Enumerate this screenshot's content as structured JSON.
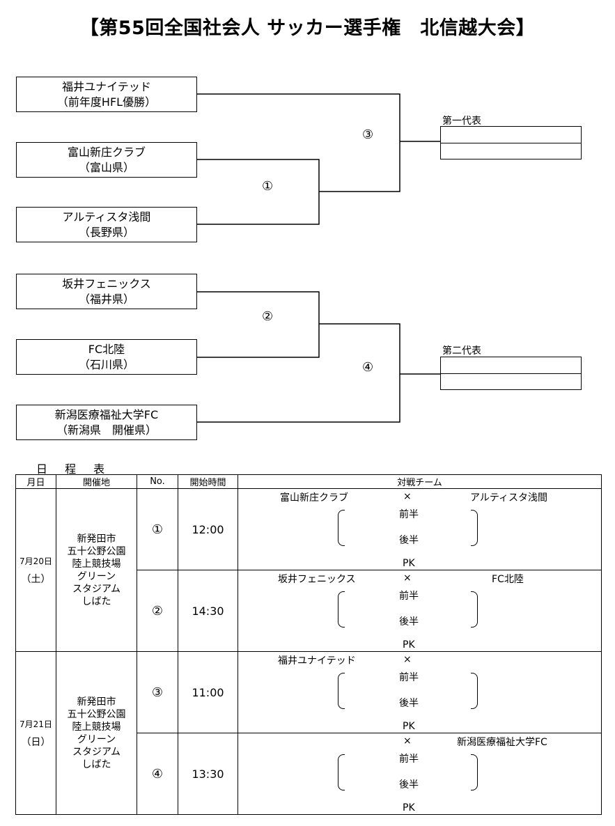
{
  "title": "【第55回全国社会人 サッカー選手権　北信越大会】",
  "bracket": {
    "teams": [
      {
        "name": "福井ユナイテッド",
        "note": "（前年度HFL優勝）"
      },
      {
        "name": "富山新庄クラブ",
        "note": "（富山県）"
      },
      {
        "name": "アルティスタ浅間",
        "note": "（長野県）"
      },
      {
        "name": "坂井フェニックス",
        "note": "（福井県）"
      },
      {
        "name": "FC北陸",
        "note": "（石川県）"
      },
      {
        "name": "新潟医療福祉大学FC",
        "note": "（新潟県　開催県）"
      }
    ],
    "match_numbers": [
      "①",
      "②",
      "③",
      "④"
    ],
    "rep1_label": "第一代表",
    "rep2_label": "第二代表"
  },
  "schedule": {
    "label": "日 程 表",
    "headers": [
      "月日",
      "開催地",
      "No.",
      "開始時間",
      "対戦チーム"
    ],
    "days": [
      {
        "date": "7月20日",
        "weekday": "（土）",
        "venue": [
          "新発田市",
          "五十公野公園",
          "陸上競技場",
          "グリーン",
          "スタジアム",
          "しばた"
        ]
      },
      {
        "date": "7月21日",
        "weekday": "（日）",
        "venue": [
          "新発田市",
          "五十公野公園",
          "陸上競技場",
          "グリーン",
          "スタジアム",
          "しばた"
        ]
      }
    ],
    "matches": [
      {
        "no": "①",
        "time": "12:00",
        "left": "富山新庄クラブ",
        "right": "アルティスタ浅間"
      },
      {
        "no": "②",
        "time": "14:30",
        "left": "坂井フェニックス",
        "right": "FC北陸"
      },
      {
        "no": "③",
        "time": "11:00",
        "left": "福井ユナイテッド",
        "right": ""
      },
      {
        "no": "④",
        "time": "13:30",
        "left": "",
        "right": "新潟医療福祉大学FC"
      }
    ],
    "vs": "×",
    "first_half": "前半",
    "second_half": "後半",
    "pk": "PK"
  }
}
